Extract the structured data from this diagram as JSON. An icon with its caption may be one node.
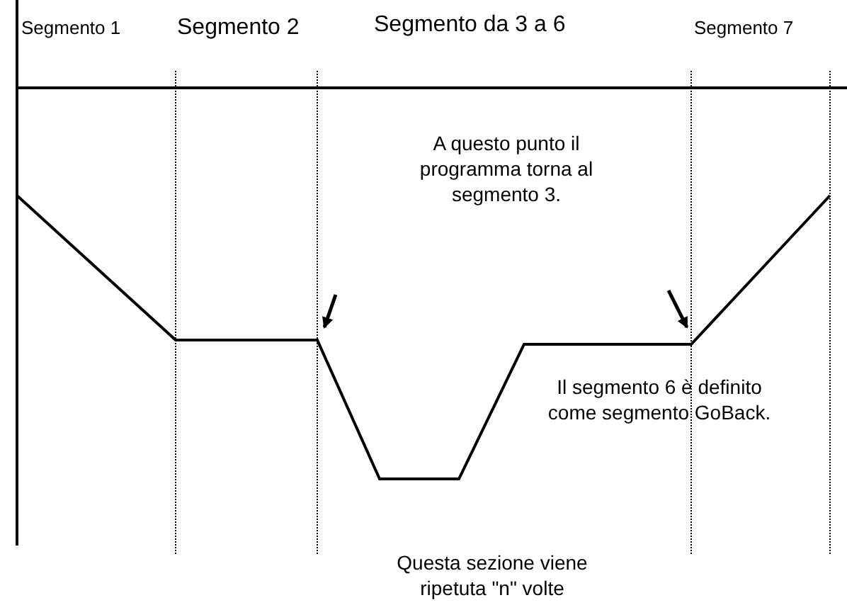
{
  "diagram": {
    "labels": [
      "Segmento 1",
      "Segmento 2",
      "Segmento da 3 a 6",
      "Segmento 7",
      "A questo punto il programma torna al segmento 3.",
      "Il segmento 6 è definito come segmento GoBack.",
      "Questa sezione viene ripetuta \"n\" volte"
    ]
  }
}
